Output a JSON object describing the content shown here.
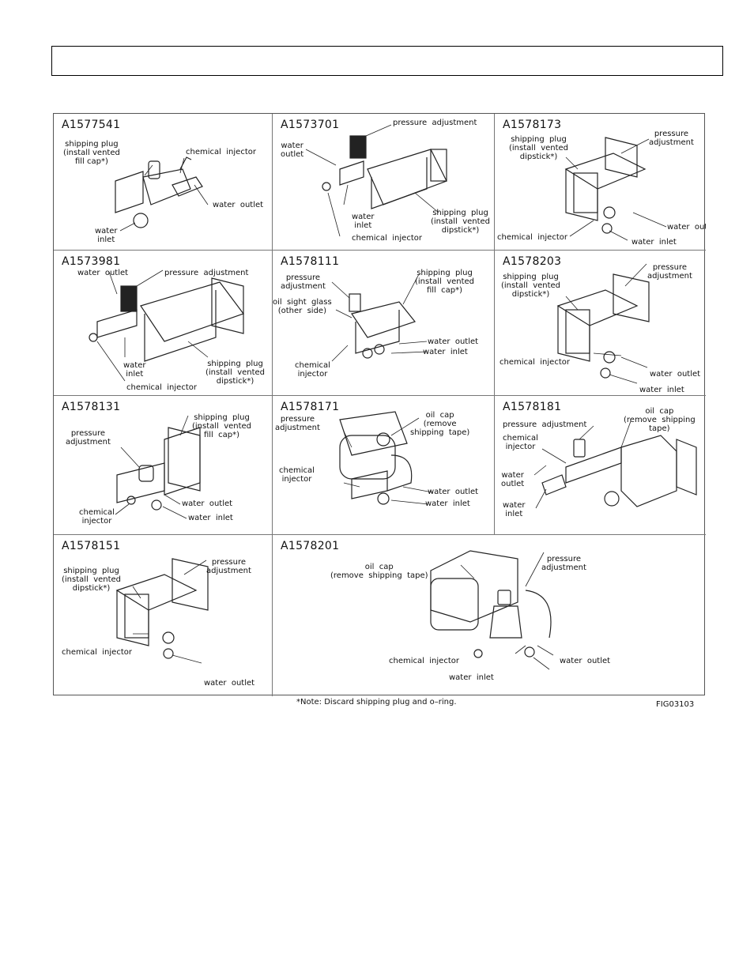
{
  "note": "*Note:  Discard  shipping  plug  and  o–ring.",
  "figure_id": "FIG03103",
  "cells": [
    {
      "title": "A1577541",
      "labels": [
        "shipping plug\n(install vented\nfill cap*)",
        "chemical  injector",
        "water  outlet",
        "water\ninlet"
      ]
    },
    {
      "title": "A1573701",
      "labels": [
        "pressure  adjustment",
        "water\noutlet",
        "water\ninlet",
        "shipping  plug\n(install  vented\ndipstick*)",
        "chemical  injector"
      ]
    },
    {
      "title": "A1578173",
      "labels": [
        "shipping  plug\n(install  vented\ndipstick*)",
        "pressure\nadjustment",
        "water  outlet",
        "chemical  injector",
        "water  inlet"
      ]
    },
    {
      "title": "A1573981",
      "labels": [
        "water  outlet",
        "pressure  adjustment",
        "water\ninlet",
        "shipping  plug\n(install  vented\ndipstick*)",
        "chemical  injector"
      ]
    },
    {
      "title": "A1578111",
      "labels": [
        "pressure\nadjustment",
        "shipping  plug\n(install  vented\nfill  cap*)",
        "oil  sight  glass\n(other  side)",
        "water  outlet",
        "water  inlet",
        "chemical\ninjector"
      ]
    },
    {
      "title": "A1578203",
      "labels": [
        "pressure\nadjustment",
        "shipping  plug\n(install  vented\ndipstick*)",
        "chemical  injector",
        "water  outlet",
        "water  inlet"
      ]
    },
    {
      "title": "A1578131",
      "labels": [
        "shipping  plug\n(install  vented\nfill  cap*)",
        "pressure\nadjustment",
        "water  outlet",
        "chemical\ninjector",
        "water  inlet"
      ]
    },
    {
      "title": "A1578171",
      "labels": [
        "oil  cap\n(remove\nshipping  tape)",
        "pressure\nadjustment",
        "chemical\ninjector",
        "water  outlet",
        "water  inlet"
      ]
    },
    {
      "title": "A1578181",
      "labels": [
        "oil  cap\n(remove  shipping\ntape)",
        "pressure  adjustment",
        "chemical\ninjector",
        "water\noutlet",
        "water\ninlet"
      ]
    },
    {
      "title": "A1578151",
      "labels": [
        "shipping  plug\n(install  vented\ndipstick*)",
        "pressure\nadjustment",
        "chemical  injector",
        "water  outlet"
      ]
    },
    {
      "title": "A1578201",
      "labels": [
        "oil  cap\n(remove  shipping  tape)",
        "pressure\nadjustment",
        "chemical  injector",
        "water  outlet",
        "water  inlet"
      ]
    }
  ]
}
